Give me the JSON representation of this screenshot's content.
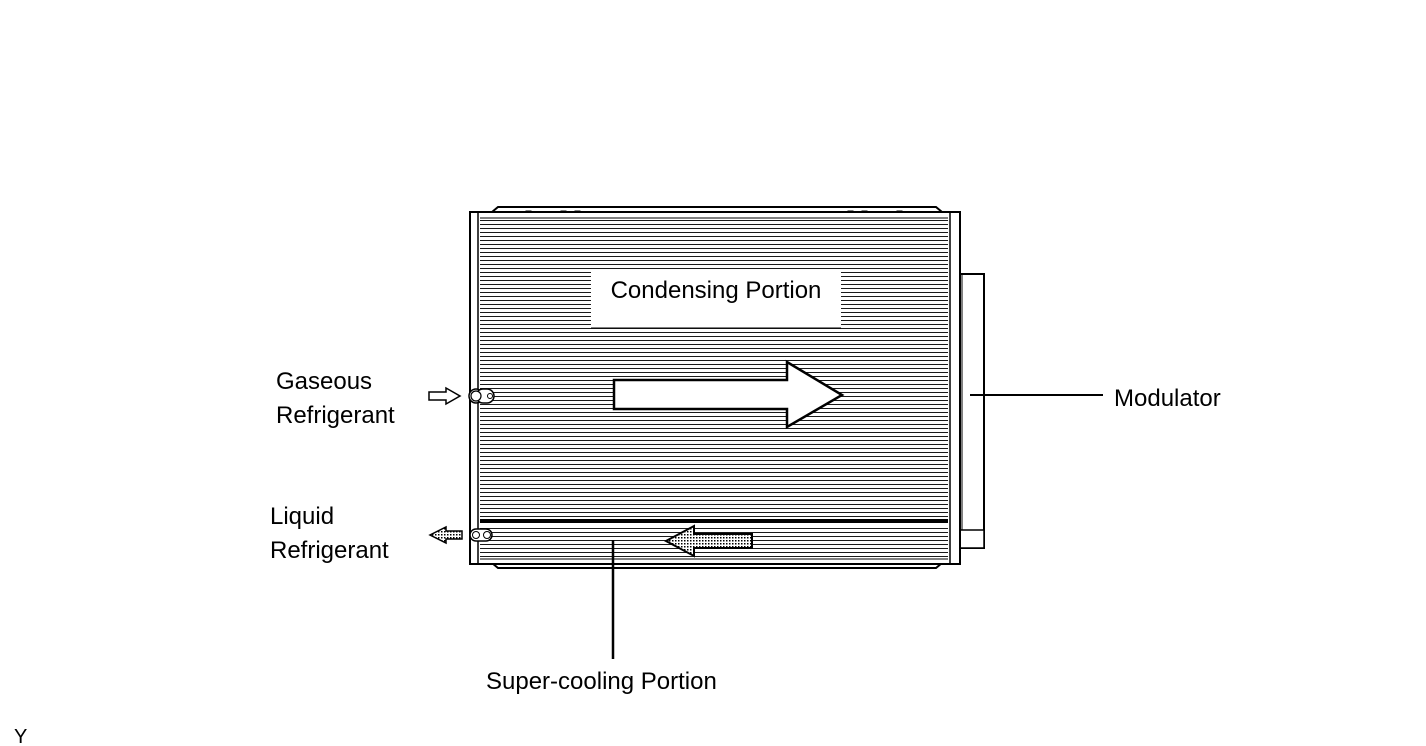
{
  "labels": {
    "condensing_portion": "Condensing Portion",
    "gaseous_line1": "Gaseous",
    "gaseous_line2": "Refrigerant",
    "liquid_line1": "Liquid",
    "liquid_line2": "Refrigerant",
    "modulator": "Modulator",
    "super_cooling_portion": "Super-cooling Portion",
    "corner_code": "Y"
  }
}
